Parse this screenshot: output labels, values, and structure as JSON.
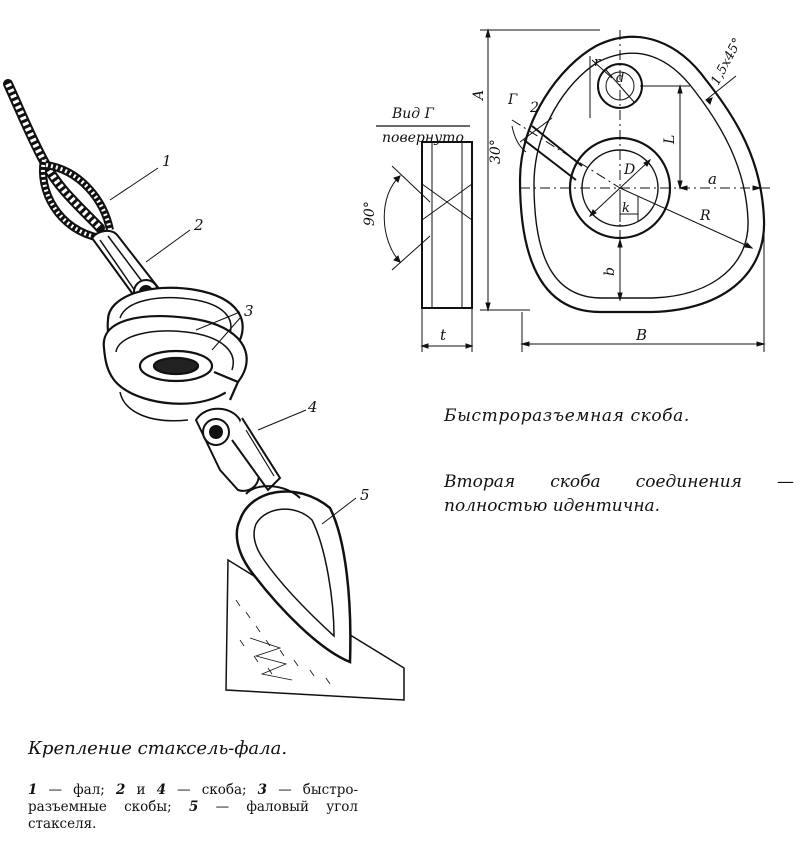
{
  "figure": {
    "callouts": [
      "1",
      "2",
      "3",
      "4",
      "5"
    ],
    "drawing_labels": {
      "view_top": "Вид Г",
      "view_bottom": "повернуто",
      "angle_90": "90°",
      "angle_30": "30°",
      "chamfer": "1,5x45°",
      "section_mark": "Г",
      "part_2": "2",
      "dim_A": "A",
      "dim_L": "L",
      "dim_a": "a",
      "dim_b": "b",
      "dim_B": "B",
      "dim_t": "t",
      "dim_D": "D",
      "dim_d": "d",
      "dim_r": "r",
      "dim_R": "R",
      "dim_k": "k"
    }
  },
  "captions": {
    "right_title": "Быстроразъемная скоба.",
    "right_note": "Вторая скоба соединения — полностью идентична.",
    "left_title": "Крепление стаксель-фала.",
    "legend": {
      "n1": "1",
      "t1": "— фал;",
      "n2": "2",
      "and": "и",
      "n4": "4",
      "t24": "— скоба;",
      "n3": "3",
      "t3": "— быстро-разъемные скобы;",
      "n5": "5",
      "t5": "— фаловый угол стакселя."
    }
  }
}
